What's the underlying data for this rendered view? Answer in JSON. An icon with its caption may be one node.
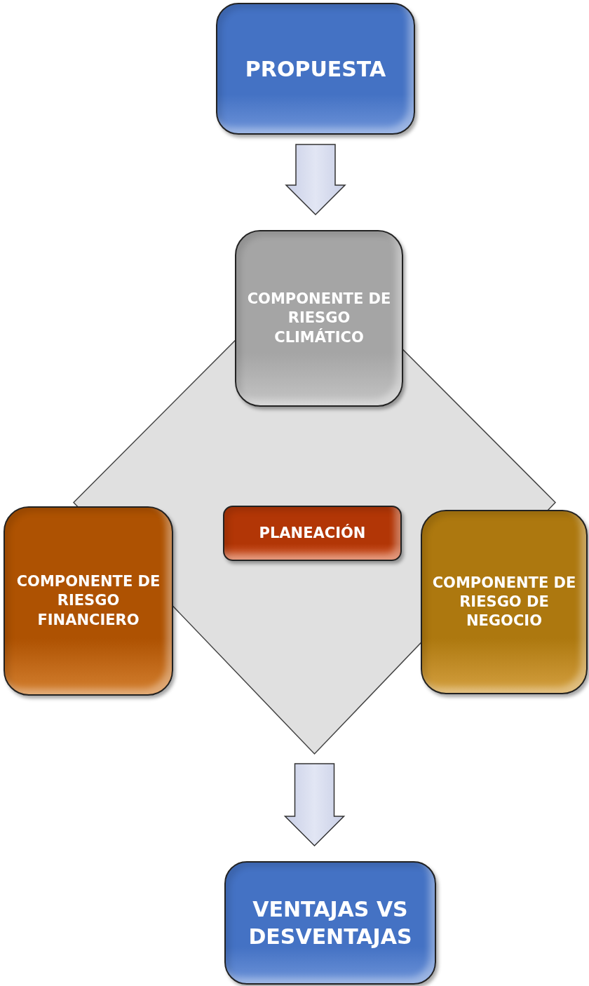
{
  "diagram": {
    "nodes": [
      {
        "text": [
          "PROPUESTA"
        ]
      },
      {
        "text": [],
        "shape": "diamond"
      },
      {
        "text": [
          "COMPONENTE DE RIESGO CLIMÁTICO"
        ]
      },
      {
        "text": [
          "COMPONENTE DE RIESGO FINANCIERO"
        ]
      },
      {
        "text": [
          "PLANEACIÓN"
        ],
        "in": 1
      },
      {
        "text": [
          "COMPONENTE DE RIESGO DE NEGOCIO"
        ]
      },
      {
        "text": [
          "VENTAJAS VS DESVENTAJAS"
        ]
      }
    ],
    "edges": [
      {
        "from": 0,
        "to": 2,
        "arrow": "to"
      },
      {
        "from": 1,
        "to": 6,
        "arrow": "to"
      }
    ]
  }
}
